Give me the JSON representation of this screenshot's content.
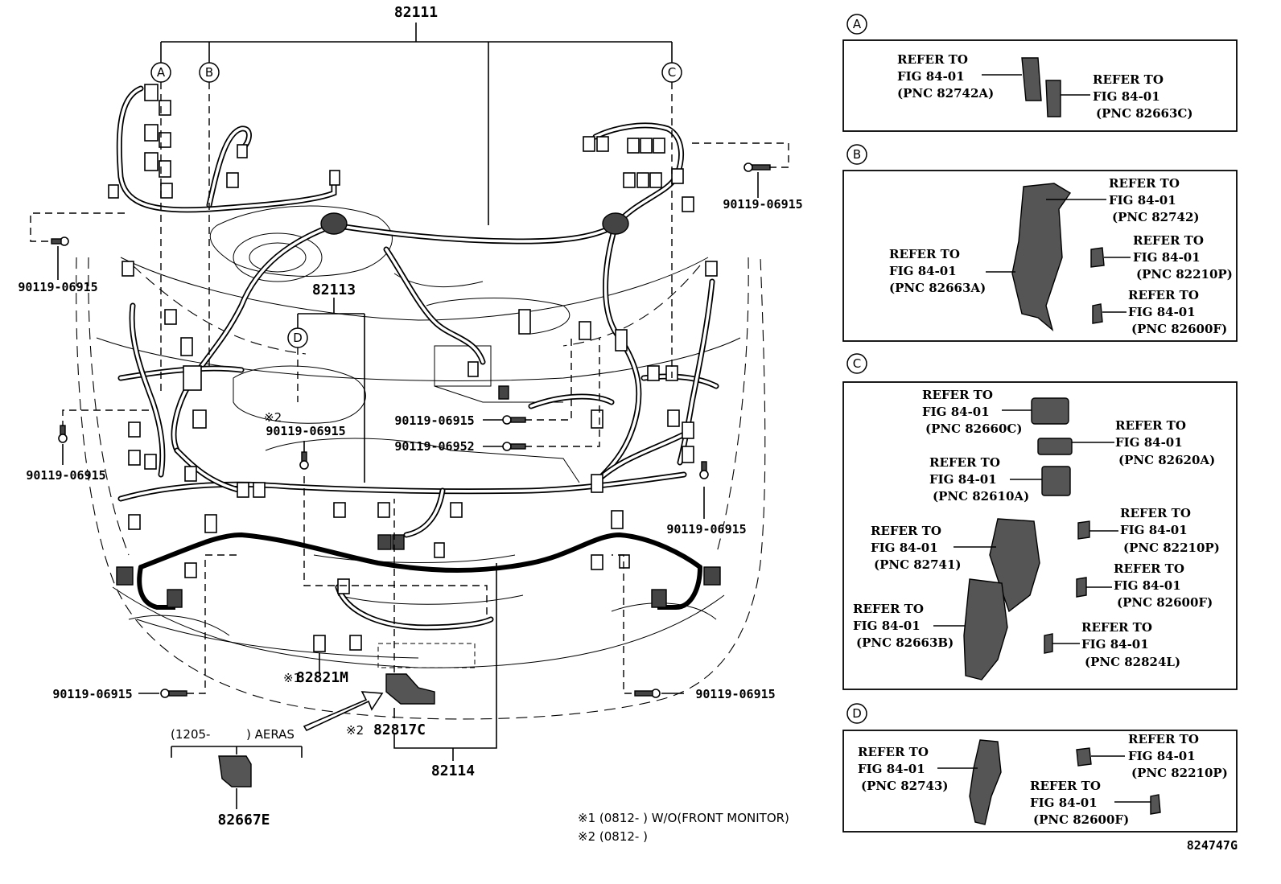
{
  "top_part": "82111",
  "sections": {
    "a": "A",
    "b": "B",
    "c": "C",
    "d": "D"
  },
  "parts": {
    "p82113": "82113",
    "p82114": "82114",
    "p82821m": "82821M",
    "p82817c": "82817C",
    "p82667e": "82667E",
    "mark1": "※1",
    "mark2": "※2",
    "mark2b": "※2"
  },
  "bolts": {
    "b_right_top": "90119-06915",
    "b_left_upper": "90119-06915",
    "b_left_mid": "90119-06915",
    "b_center1": "90119-06915",
    "b_center2": "90119-06952",
    "b_center_x2": "90119-06915",
    "b_right_mid": "90119-06915",
    "b_bottom_left": "90119-06915",
    "b_bottom_right": "90119-06915"
  },
  "aeras": {
    "range": "(1205-",
    "label": ") AERAS"
  },
  "notes": {
    "n1": "※1 (0812-     ) W/O(FRONT MONITOR)",
    "n2": "※2 (0812-     )"
  },
  "figure_id": "824747G",
  "refer": {
    "a1": [
      "REFER TO",
      "FIG 84-01",
      "(PNC 82742A)"
    ],
    "a2": [
      "REFER TO",
      "FIG 84-01",
      "(PNC 82663C)"
    ],
    "b1": [
      "REFER TO",
      "FIG 84-01",
      "(PNC 82742)"
    ],
    "b2": [
      "REFER TO",
      "FIG 84-01",
      "(PNC 82663A)"
    ],
    "b3": [
      "REFER TO",
      "FIG 84-01",
      "(PNC 82210P)"
    ],
    "b4": [
      "REFER TO",
      "FIG 84-01",
      "(PNC 82600F)"
    ],
    "c1": [
      "REFER TO",
      "FIG 84-01",
      "(PNC 82660C)"
    ],
    "c2": [
      "REFER TO",
      "FIG 84-01",
      "(PNC 82620A)"
    ],
    "c3": [
      "REFER TO",
      "FIG 84-01",
      "(PNC 82610A)"
    ],
    "c4": [
      "REFER TO",
      "FIG 84-01",
      "(PNC 82210P)"
    ],
    "c5": [
      "REFER TO",
      "FIG 84-01",
      "(PNC 82741)"
    ],
    "c6": [
      "REFER TO",
      "FIG 84-01",
      "(PNC 82600F)"
    ],
    "c7": [
      "REFER TO",
      "FIG 84-01",
      "(PNC 82663B)"
    ],
    "c8": [
      "REFER TO",
      "FIG 84-01",
      "(PNC 82824L)"
    ],
    "d1": [
      "REFER TO",
      "FIG 84-01",
      "(PNC 82743)"
    ],
    "d2": [
      "REFER TO",
      "FIG 84-01",
      "(PNC 82210P)"
    ],
    "d3": [
      "REFER TO",
      "FIG 84-01",
      "(PNC 82600F)"
    ]
  }
}
